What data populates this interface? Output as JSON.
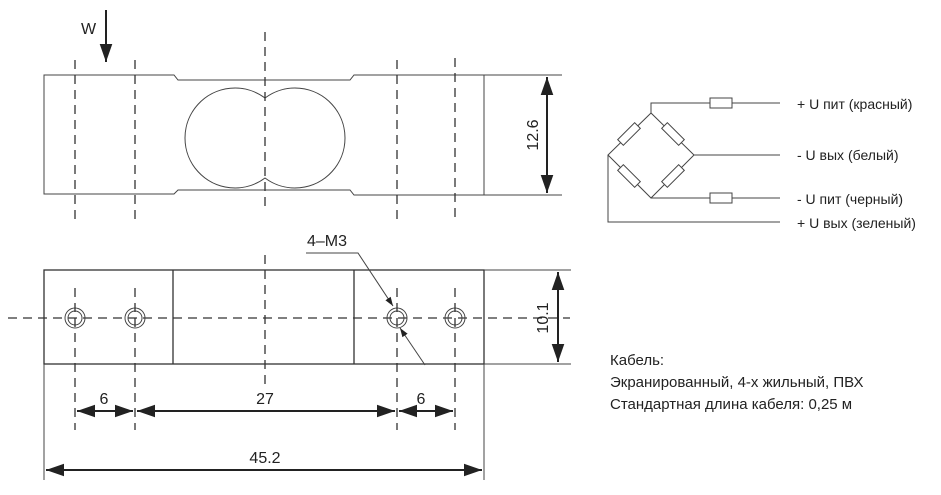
{
  "top_view": {
    "load_label": "W",
    "height_dim": "12.6"
  },
  "bottom_view": {
    "thread_label": "4–M3",
    "height_dim": "10.1",
    "dim_left": "6",
    "dim_middle": "27",
    "dim_right": "6",
    "dim_total": "45.2"
  },
  "wiring": {
    "wires": [
      "+ U пит (красный)",
      "- U вых (белый)",
      "- U пит (черный)",
      "+ U вых (зеленый)"
    ]
  },
  "cable": {
    "title": "Кабель:",
    "spec": "Экранированный, 4-х жильный, ПВХ",
    "length": "Стандартная длина кабеля: 0,25 м"
  }
}
